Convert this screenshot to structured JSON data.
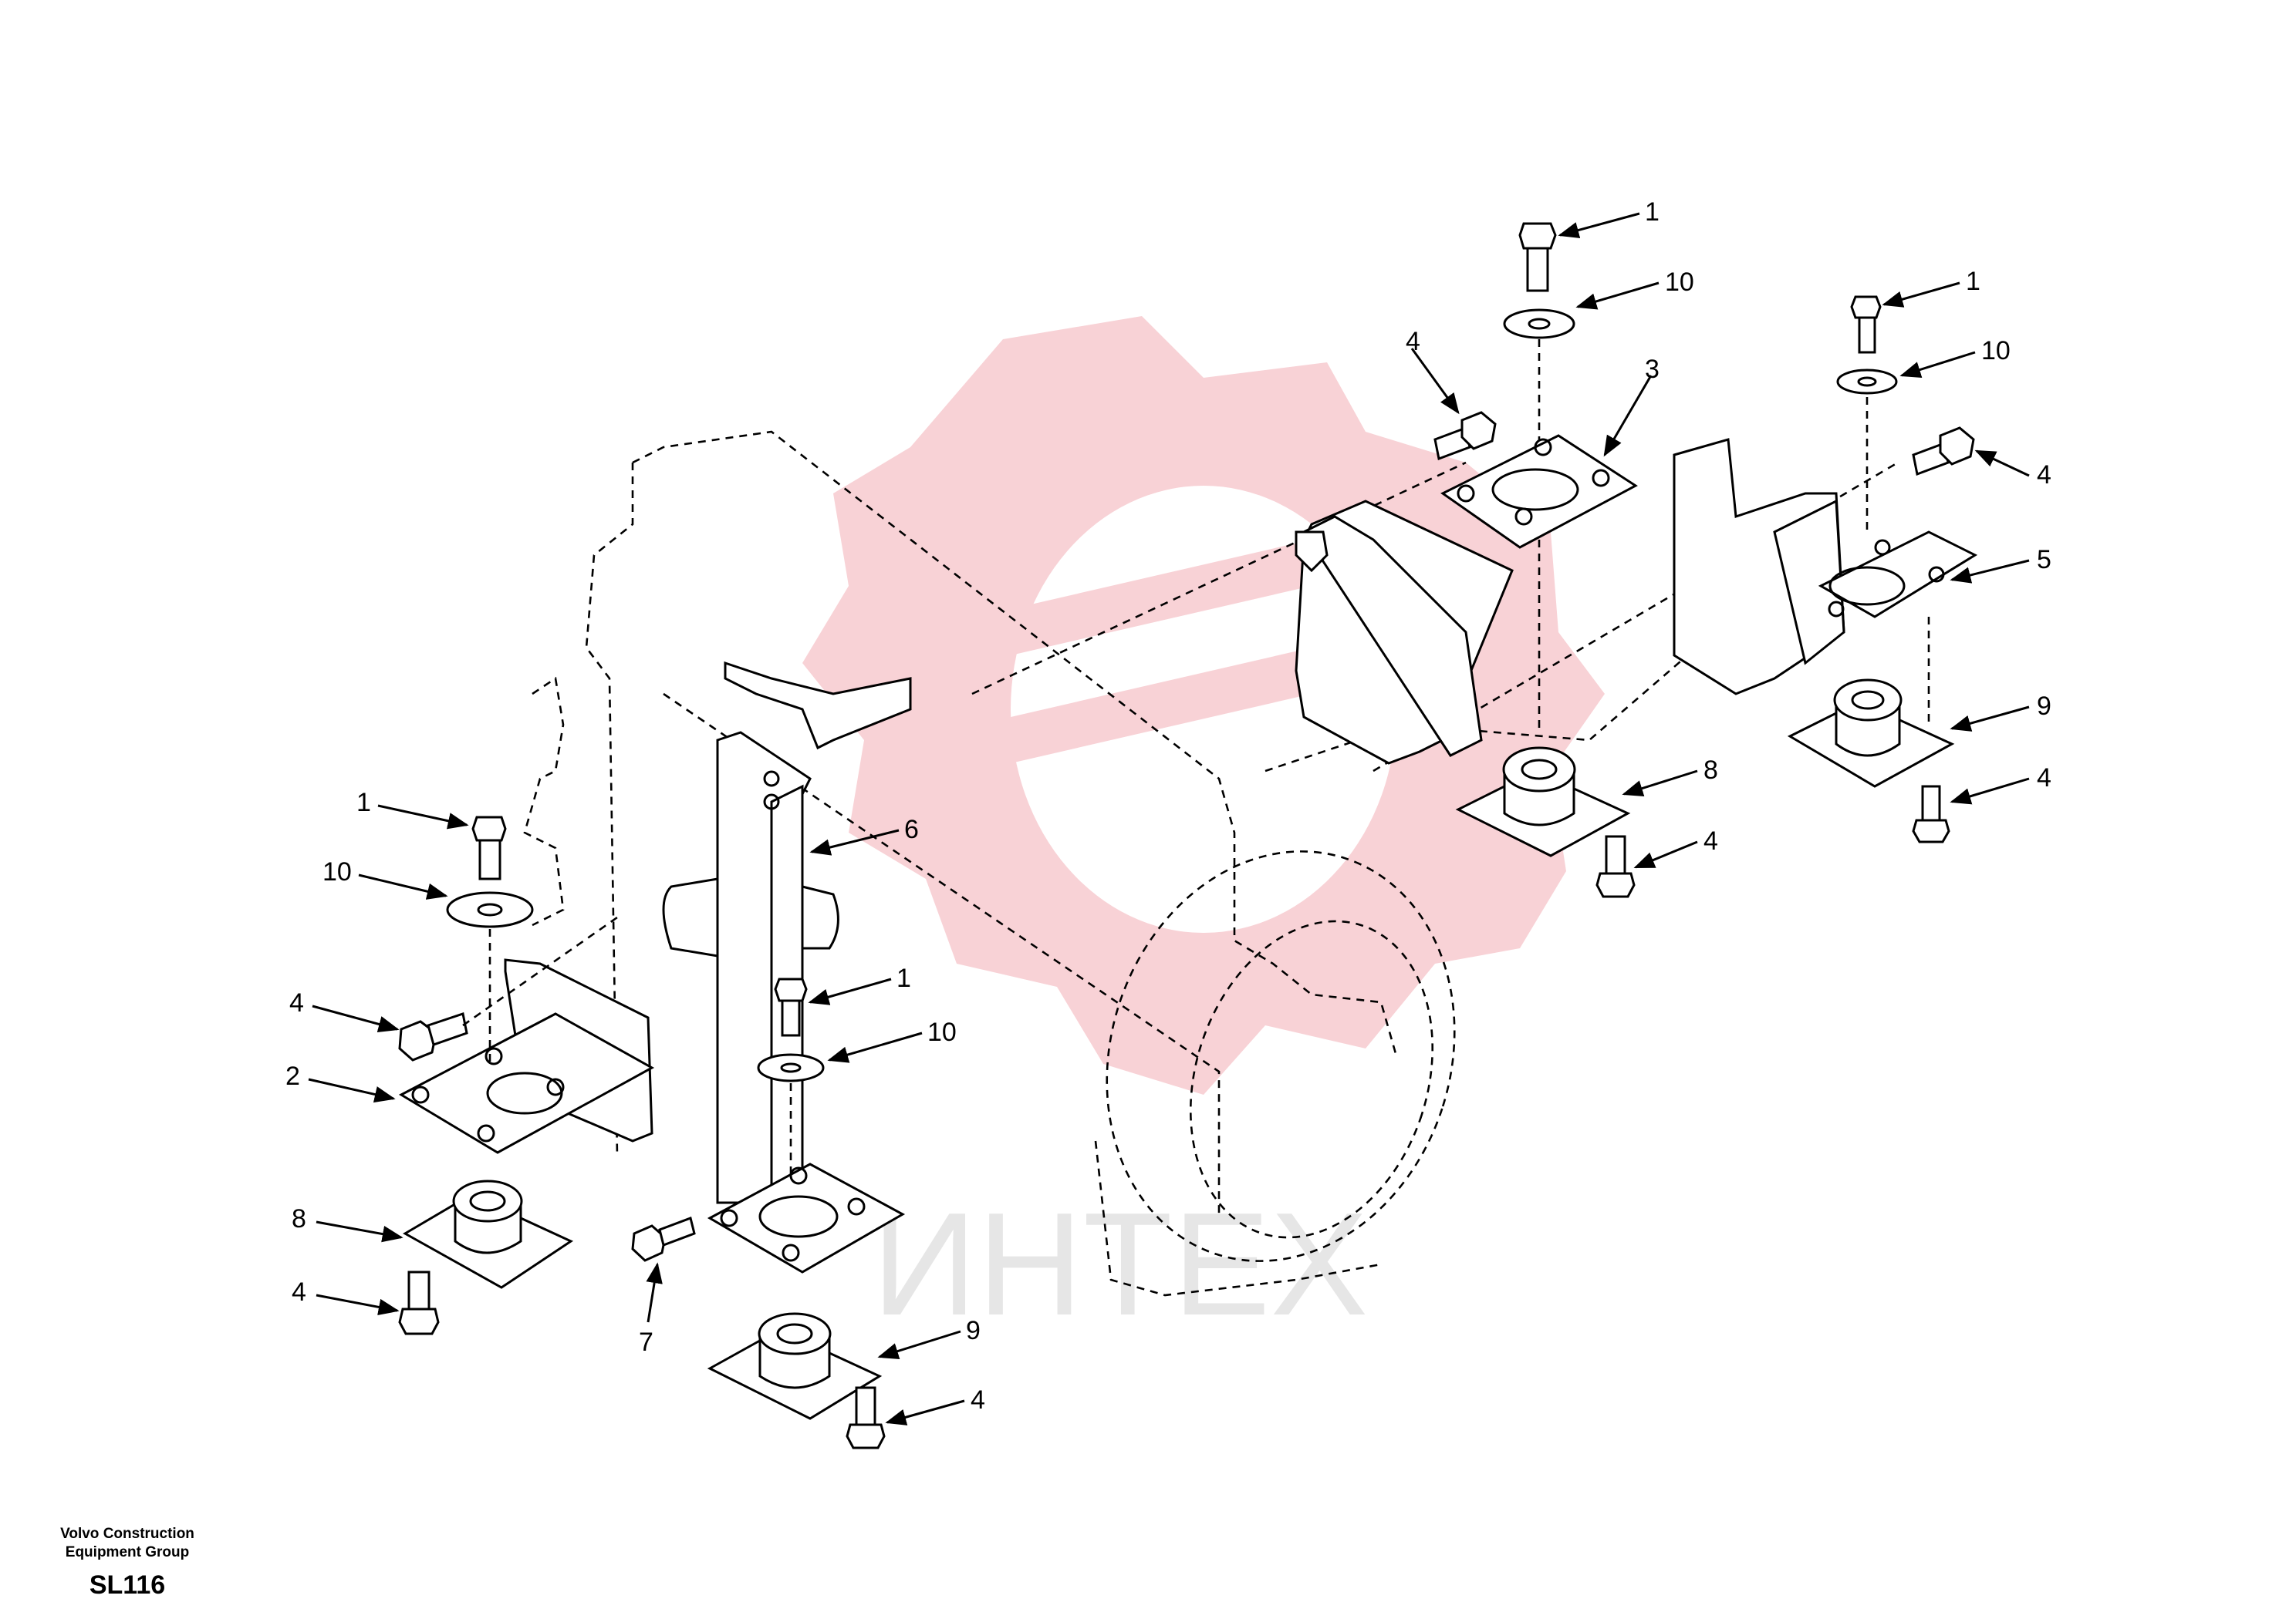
{
  "watermark": {
    "text": "ИНТЕХ",
    "logo_color": "#f8d2d6",
    "text_color": "#e6e6e6"
  },
  "footer": {
    "company_line1": "Volvo Construction",
    "company_line2": "Equipment Group",
    "drawing_code": "SL116"
  },
  "callouts": {
    "c1a": "1",
    "c1b": "1",
    "c1c": "1",
    "c1d": "1",
    "c2": "2",
    "c3": "3",
    "c4a": "4",
    "c4b": "4",
    "c4c": "4",
    "c4d": "4",
    "c4e": "4",
    "c4f": "4",
    "c4g": "4",
    "c5": "5",
    "c6": "6",
    "c7": "7",
    "c8a": "8",
    "c8b": "8",
    "c9a": "9",
    "c9b": "9",
    "c10a": "10",
    "c10b": "10",
    "c10c": "10",
    "c10d": "10"
  }
}
